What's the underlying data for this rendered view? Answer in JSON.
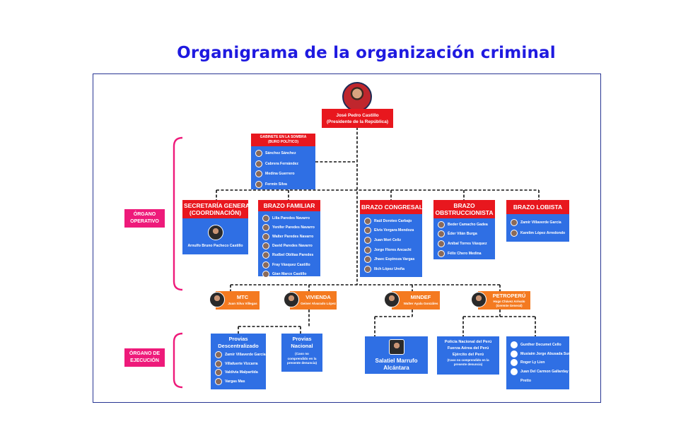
{
  "title": "Organigrama de la organización criminal",
  "colors": {
    "title": "#1f1ae0",
    "header_red": "#e8171e",
    "header_orange": "#f47a20",
    "box_blue": "#2f6fe4",
    "bracket": "#ee1a7a"
  },
  "top": {
    "line1": "José Pedro Castillo",
    "line2": "(Presidente de la República)"
  },
  "gabinete": {
    "title1": "GABINETE EN LA SOMBRA",
    "title2": "(BURO POLÍTICO)",
    "members": [
      "Sánchez Sánchez",
      "Cabrera Fernández",
      "Medina Guerrero",
      "Fermín Silva"
    ]
  },
  "secretaria": {
    "title1": "SECRETARÍA GENERAL",
    "title2": "(COORDINACIÓN)",
    "member": "Arnulfo Bruno Pacheco Castillo"
  },
  "familiar": {
    "title": "BRAZO FAMILIAR",
    "members": [
      "Lilia Paredes Navarro",
      "Yenifer Paredes Navarro",
      "Walter Paredes Navarro",
      "David Paredes Navarro",
      "Rudbel Oblitas Paredes",
      "Fray Vásquez Castillo",
      "Gian Marco Castillo"
    ]
  },
  "congresal": {
    "title": "BRAZO CONGRESAL",
    "members": [
      "Raúl Doroteo Carbajo",
      "Elvis Vergara Mendoza",
      "Juan Mori Celiz",
      "Jorge Flores Ancachi",
      "Jhaec Espinoza Vargas",
      "Ilich López Ureña"
    ]
  },
  "obstruccionista": {
    "title1": "BRAZO",
    "title2": "OBSTRUCCIONISTA",
    "members": [
      "Beder Camacho Gadea",
      "Éder Vilán Burga",
      "Aníbal Torres Vásquez",
      "Félix Chero Medina"
    ]
  },
  "lobista": {
    "title": "BRAZO LOBISTA",
    "members": [
      "Zamir Villaverde García",
      "Karelim López Arredondo"
    ]
  },
  "mtc": {
    "title": "MTC",
    "member": "Juan Silva Villegas"
  },
  "vivienda": {
    "title": "VIVIENDA",
    "member": "Geiner Alvarado López"
  },
  "mindef": {
    "title": "MINDEF",
    "member": "Walter Ayala Gonzáles"
  },
  "petroperu": {
    "title": "PETROPERÚ",
    "member1": "Hugo Chávez Arévalo",
    "member2": "(Gerente General)"
  },
  "provias_desc": {
    "title1": "Provias",
    "title2": "Descentralizado",
    "members": [
      "Zamir Villaverde García",
      "Villafuerte Vizcarra",
      "Valdivia Malpartida",
      "Vargas Mas"
    ]
  },
  "provias_nac": {
    "title1": "Provias",
    "title2": "Nacional",
    "note1": "(Caso no",
    "note2": "comprendido en la",
    "note3": "presente denuncia)"
  },
  "marrufo": {
    "line1": "Salatiel Marrufo",
    "line2": "Alcántara"
  },
  "fuerzas": {
    "line1": "Policía Nacional del Perú",
    "line2": "Fuerza Aérea del Perú",
    "line3": "Ejército del Perú",
    "note": "(Caso no comprendido en la",
    "note2": "presente denuncia)"
  },
  "petro_members": [
    "Gunther Decumet Cello",
    "Musiaim Jorge Abusada Sumar",
    "Roger Ly Lien",
    "Juan Del Carmon Gallarday",
    "Pretto"
  ],
  "labels": {
    "operativo1": "ÓRGANO",
    "operativo2": "OPERATIVO",
    "ejecucion1": "ÓRGANO DE",
    "ejecucion2": "EJECUCIÓN"
  }
}
